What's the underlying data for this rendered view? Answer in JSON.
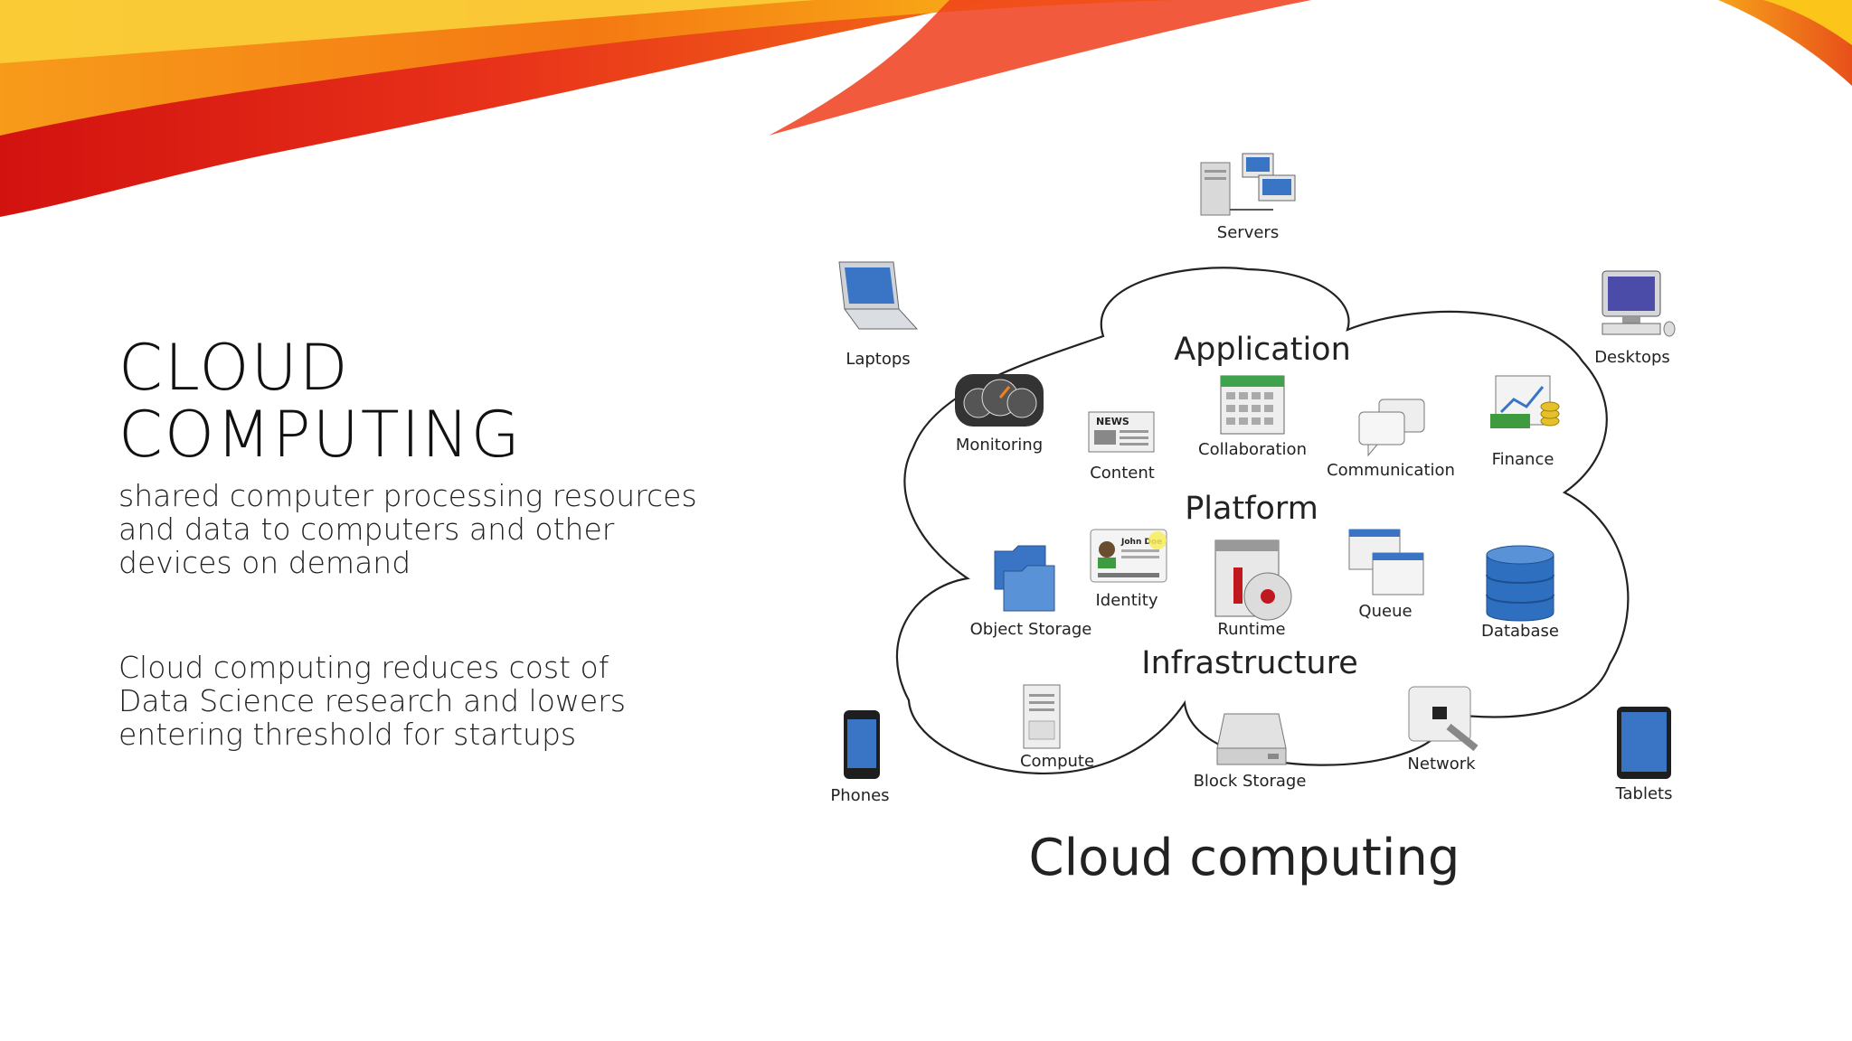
{
  "slide": {
    "title_lines": [
      "CLOUD",
      "COMPUTING"
    ],
    "paragraphs": [
      [
        "shared computer processing resources",
        "and data to computers and other",
        "devices on demand"
      ],
      [
        "Cloud computing reduces cost of",
        "Data Science research and lowers",
        "entering threshold for startups"
      ]
    ]
  },
  "diagram": {
    "caption": "Cloud computing",
    "layers": {
      "application": "Application",
      "platform": "Platform",
      "infrastructure": "Infrastructure"
    },
    "devices": {
      "servers": "Servers",
      "laptops": "Laptops",
      "desktops": "Desktops",
      "phones": "Phones",
      "tablets": "Tablets"
    },
    "services": {
      "monitoring": "Monitoring",
      "content": "Content",
      "collaboration": "Collaboration",
      "communication": "Communication",
      "finance": "Finance",
      "object_storage": "Object Storage",
      "identity": "Identity",
      "runtime": "Runtime",
      "queue": "Queue",
      "database": "Database",
      "compute": "Compute",
      "block_storage": "Block Storage",
      "network": "Network"
    },
    "identity_card_text": "John Doe",
    "news_text": "NEWS"
  },
  "colors": {
    "swoosh_red": "#e0231c",
    "swoosh_orange": "#f57c12",
    "swoosh_yellow": "#fbc51a",
    "icon_blue": "#3a74c4"
  }
}
